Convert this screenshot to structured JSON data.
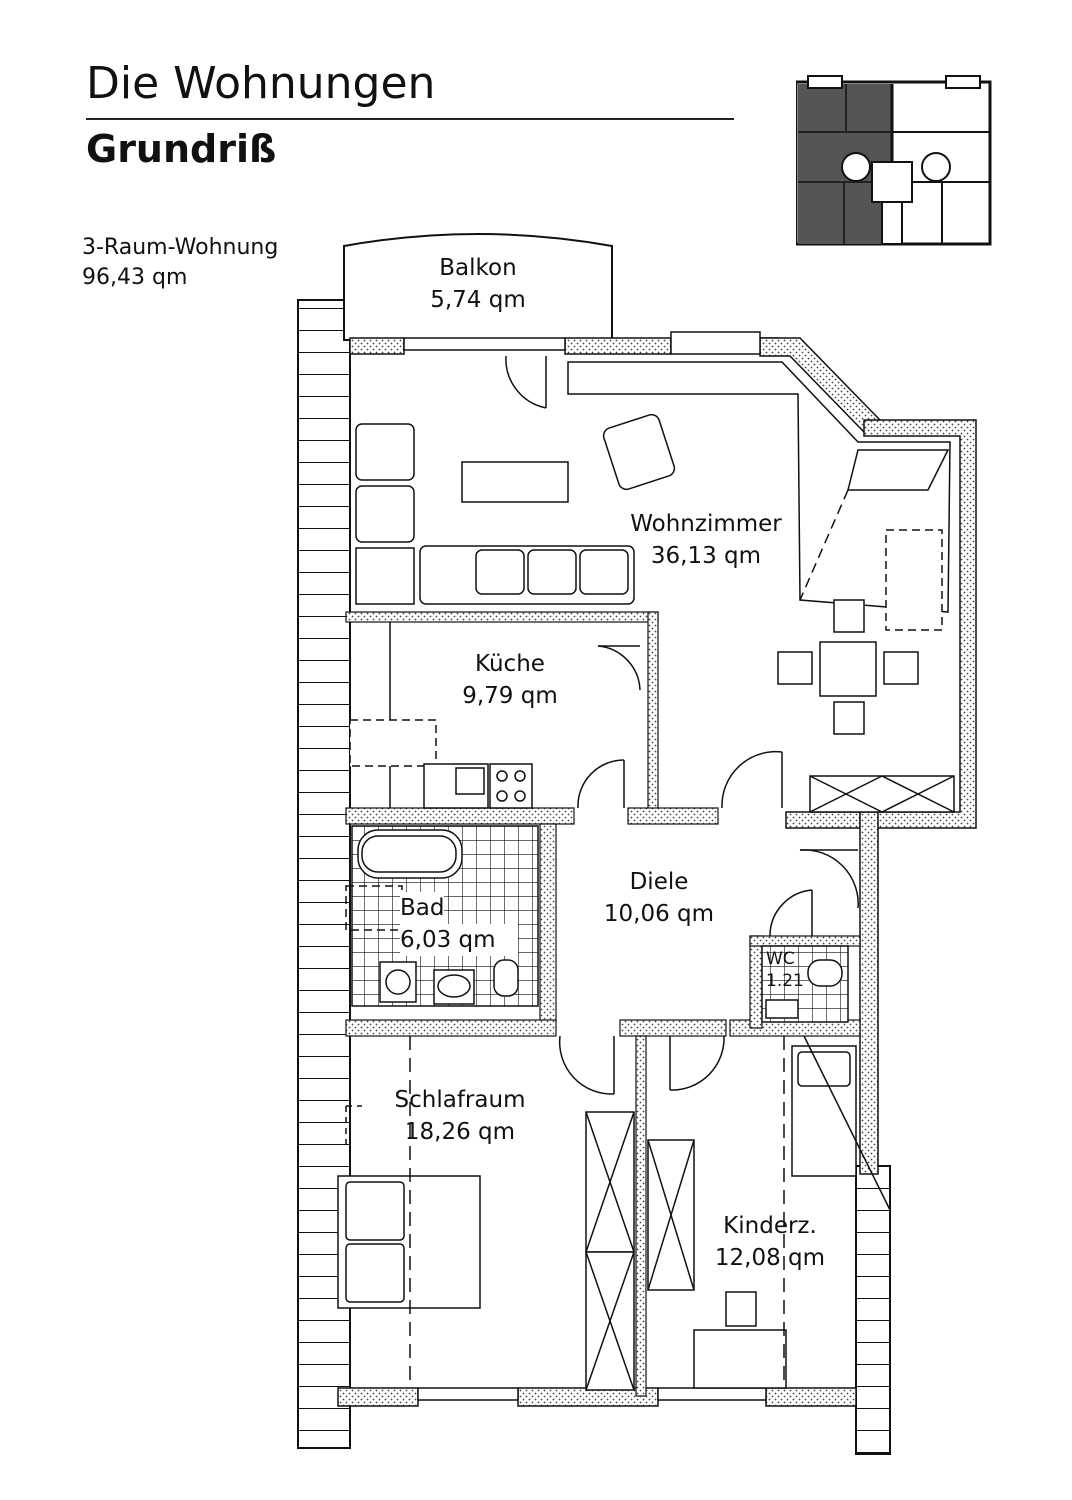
{
  "header": {
    "title": "Die Wohnungen",
    "subtitle": "Grundriß"
  },
  "unit": {
    "type": "3-Raum-Wohnung",
    "area": "96,43 qm"
  },
  "rooms": {
    "balkon": {
      "name": "Balkon",
      "area": "5,74 qm"
    },
    "wohnzimmer": {
      "name": "Wohnzimmer",
      "area": "36,13 qm"
    },
    "kueche": {
      "name": "Küche",
      "area": "9,79 qm"
    },
    "diele": {
      "name": "Diele",
      "area": "10,06 qm"
    },
    "bad": {
      "name": "Bad",
      "area": "6,03 qm"
    },
    "wc": {
      "name": "WC",
      "area": "1.21"
    },
    "schlafraum": {
      "name": "Schlafraum",
      "area": "18,26 qm"
    },
    "kinderzimmer": {
      "name": "Kinderz.",
      "area": "12,08 qm"
    }
  }
}
